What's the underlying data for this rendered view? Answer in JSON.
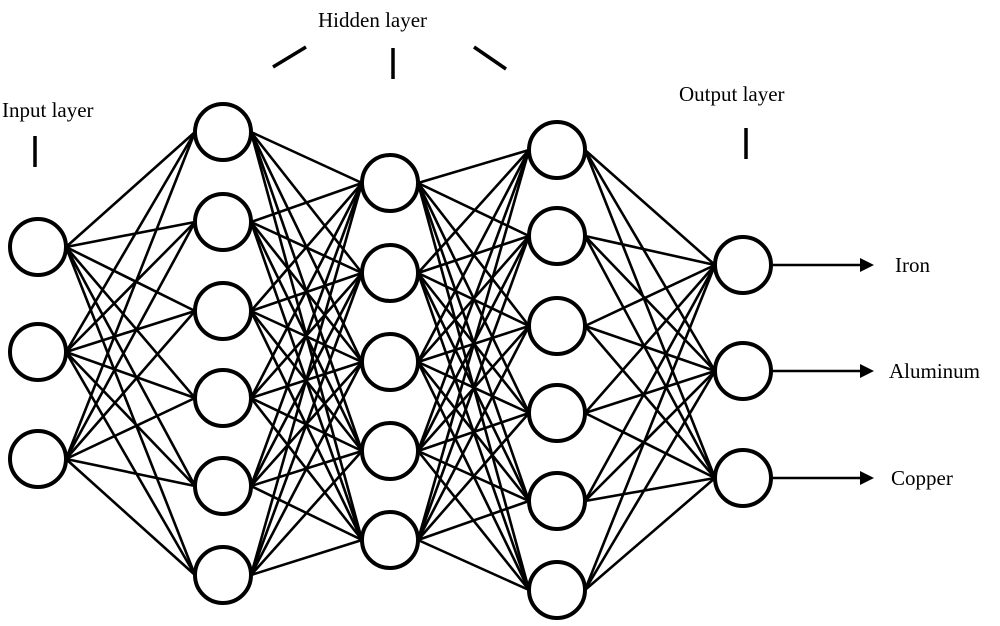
{
  "diagram": {
    "title": "Neural network architecture",
    "labels": {
      "input_layer": "Input layer",
      "hidden_layer": "Hidden layer",
      "output_layer": "Output layer"
    },
    "layers": [
      {
        "name": "input",
        "node_count": 3
      },
      {
        "name": "hidden-1",
        "node_count": 6
      },
      {
        "name": "hidden-2",
        "node_count": 5
      },
      {
        "name": "hidden-3",
        "node_count": 6
      },
      {
        "name": "output",
        "node_count": 3
      }
    ],
    "outputs": [
      "Iron",
      "Aluminum",
      "Copper"
    ],
    "connectivity": "fully-connected",
    "colors": {
      "stroke": "#000000",
      "background": "#ffffff"
    }
  }
}
